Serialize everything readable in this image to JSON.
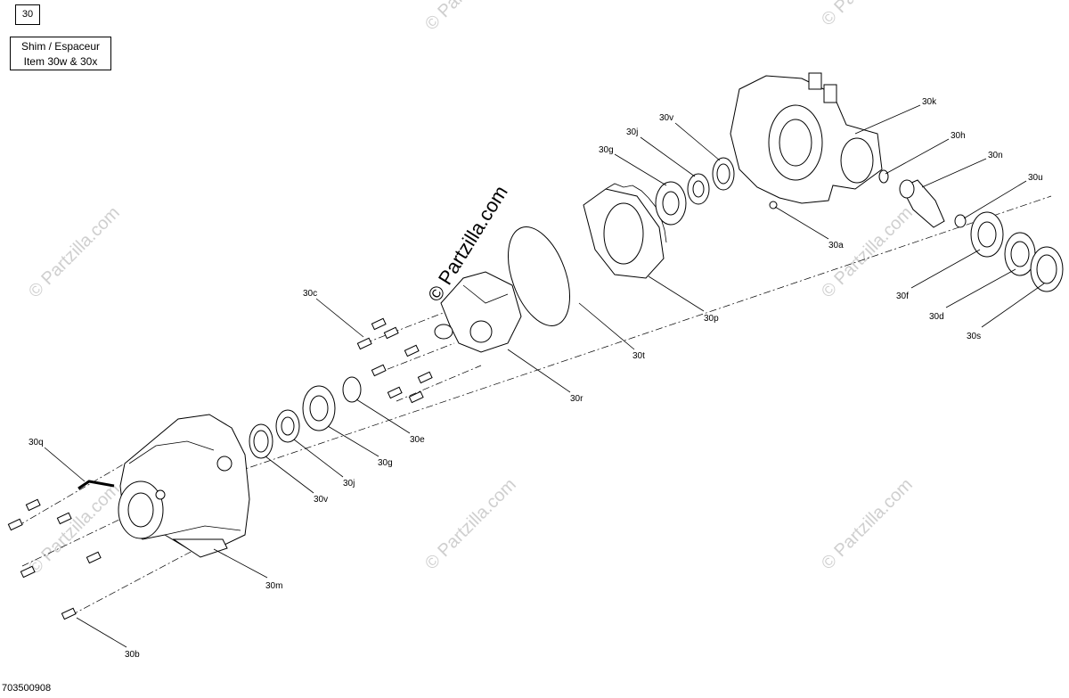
{
  "diagram": {
    "reference_number": "30",
    "note_line1": "Shim / Espaceur",
    "note_line2": "Item 30w & 30x",
    "diagram_code": "703500908",
    "watermark_text": "© Partzilla.com",
    "callouts": {
      "c30a": "30a",
      "c30b": "30b",
      "c30c": "30c",
      "c30d": "30d",
      "c30e": "30e",
      "c30f": "30f",
      "c30g_top": "30g",
      "c30g_bottom": "30g",
      "c30h": "30h",
      "c30j_top": "30j",
      "c30j_bottom": "30j",
      "c30k": "30k",
      "c30m": "30m",
      "c30n": "30n",
      "c30p": "30p",
      "c30q": "30q",
      "c30r": "30r",
      "c30s": "30s",
      "c30t": "30t",
      "c30u": "30u",
      "c30v_top": "30v",
      "c30v_bottom": "30v"
    }
  }
}
